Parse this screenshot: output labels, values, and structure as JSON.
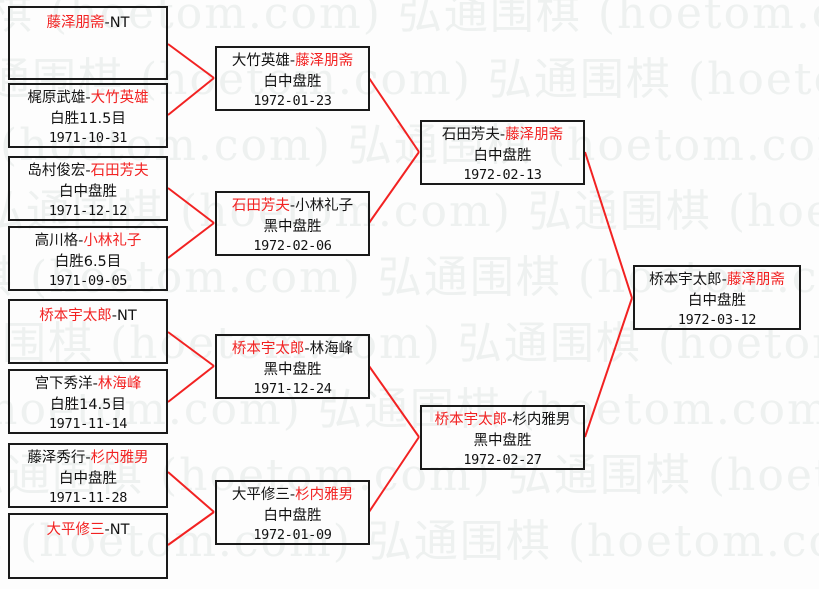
{
  "diagram": {
    "kind": "single-elimination-bracket",
    "watermark_text": "弘通围棋 (hoetom.com)",
    "accent_color": "#f22222",
    "winner_color": "#f22222",
    "loser_color": "#141414",
    "border_color": "#1a1a1a",
    "background_color": "#fdfdfd"
  },
  "rounds": [
    {
      "name": "round-1",
      "matches": [
        {
          "id": "r1m1",
          "left": "藤泽朋斋",
          "left_is_winner": true,
          "right": "NT",
          "right_is_winner": false,
          "separator": "-",
          "result": "",
          "date": ""
        },
        {
          "id": "r1m2",
          "left": "梶原武雄",
          "left_is_winner": false,
          "right": "大竹英雄",
          "right_is_winner": true,
          "separator": "-",
          "result": "白胜11.5目",
          "date": "1971-10-31"
        },
        {
          "id": "r1m3",
          "left": "岛村俊宏",
          "left_is_winner": false,
          "right": "石田芳夫",
          "right_is_winner": true,
          "separator": "-",
          "result": "白中盘胜",
          "date": "1971-12-12"
        },
        {
          "id": "r1m4",
          "left": "高川格",
          "left_is_winner": false,
          "right": "小林礼子",
          "right_is_winner": true,
          "separator": "-",
          "result": "白胜6.5目",
          "date": "1971-09-05"
        },
        {
          "id": "r1m5",
          "left": "桥本宇太郎",
          "left_is_winner": true,
          "right": "NT",
          "right_is_winner": false,
          "separator": "-",
          "result": "",
          "date": ""
        },
        {
          "id": "r1m6",
          "left": "宫下秀洋",
          "left_is_winner": false,
          "right": "林海峰",
          "right_is_winner": true,
          "separator": "-",
          "result": "白胜14.5目",
          "date": "1971-11-14"
        },
        {
          "id": "r1m7",
          "left": "藤泽秀行",
          "left_is_winner": false,
          "right": "杉内雅男",
          "right_is_winner": true,
          "separator": "-",
          "result": "白中盘胜",
          "date": "1971-11-28"
        },
        {
          "id": "r1m8",
          "left": "大平修三",
          "left_is_winner": true,
          "right": "NT",
          "right_is_winner": false,
          "separator": "-",
          "result": "",
          "date": ""
        }
      ]
    },
    {
      "name": "round-2",
      "matches": [
        {
          "id": "r2m1",
          "left": "大竹英雄",
          "left_is_winner": false,
          "right": "藤泽朋斋",
          "right_is_winner": true,
          "separator": "-",
          "result": "白中盘胜",
          "date": "1972-01-23"
        },
        {
          "id": "r2m2",
          "left": "石田芳夫",
          "left_is_winner": true,
          "right": "小林礼子",
          "right_is_winner": false,
          "separator": "-",
          "result": "黑中盘胜",
          "date": "1972-02-06"
        },
        {
          "id": "r2m3",
          "left": "桥本宇太郎",
          "left_is_winner": true,
          "right": "林海峰",
          "right_is_winner": false,
          "separator": "-",
          "result": "黑中盘胜",
          "date": "1971-12-24"
        },
        {
          "id": "r2m4",
          "left": "大平修三",
          "left_is_winner": false,
          "right": "杉内雅男",
          "right_is_winner": true,
          "separator": "-",
          "result": "白中盘胜",
          "date": "1972-01-09"
        }
      ]
    },
    {
      "name": "semifinal",
      "matches": [
        {
          "id": "r3m1",
          "left": "石田芳夫",
          "left_is_winner": false,
          "right": "藤泽朋斋",
          "right_is_winner": true,
          "separator": "-",
          "result": "白中盘胜",
          "date": "1972-02-13"
        },
        {
          "id": "r3m2",
          "left": "桥本宇太郎",
          "left_is_winner": true,
          "right": "杉内雅男",
          "right_is_winner": false,
          "separator": "-",
          "result": "黑中盘胜",
          "date": "1972-02-27"
        }
      ]
    },
    {
      "name": "final",
      "matches": [
        {
          "id": "r4m1",
          "left": "桥本宇太郎",
          "left_is_winner": false,
          "right": "藤泽朋斋",
          "right_is_winner": true,
          "separator": "-",
          "result": "白中盘胜",
          "date": "1972-03-12"
        }
      ]
    }
  ]
}
